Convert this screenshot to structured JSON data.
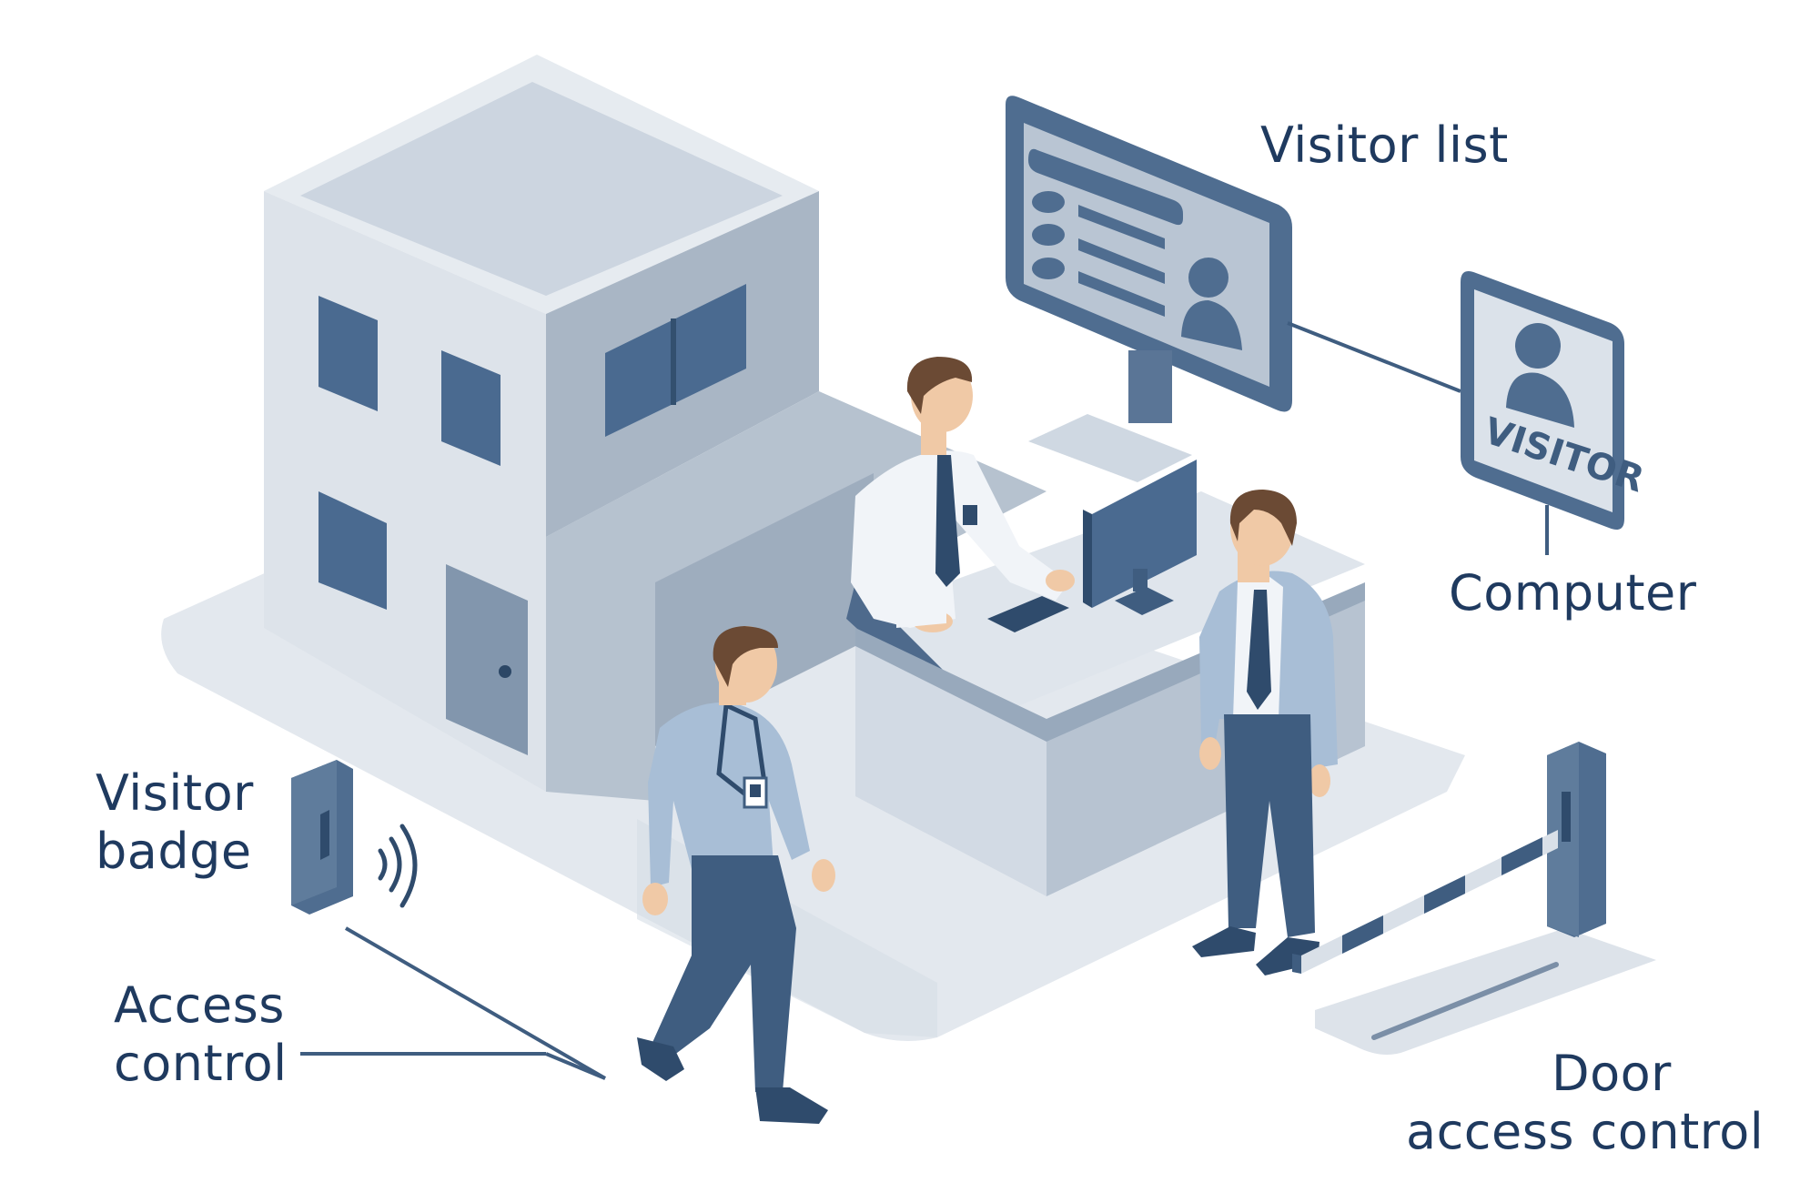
{
  "labels": {
    "visitor_list": "Visitor list",
    "computer": "Computer",
    "visitor_badge_line1": "Visitor",
    "visitor_badge_line2": "badge",
    "access_control_line1": "Access",
    "access_control_line2": "control",
    "door_access_line1": "Door",
    "door_access_line2": "access control",
    "sign_text": "VISITOR"
  },
  "colors": {
    "label_text": "#1f3a5f",
    "slate_dark": "#3f5d80",
    "slate_mid": "#5a7596",
    "slate_light": "#b7c3d1",
    "building_light": "#dde3ea",
    "building_shade": "#a9b6c5",
    "floor": "#e3e8ee",
    "shirt_white": "#f1f4f8",
    "shirt_blue": "#a8bed6",
    "skin": "#f0c9a6",
    "hair": "#6b4a34"
  },
  "icons": {
    "signal": "wireless-signal-icon",
    "person": "person-silhouette-icon"
  }
}
